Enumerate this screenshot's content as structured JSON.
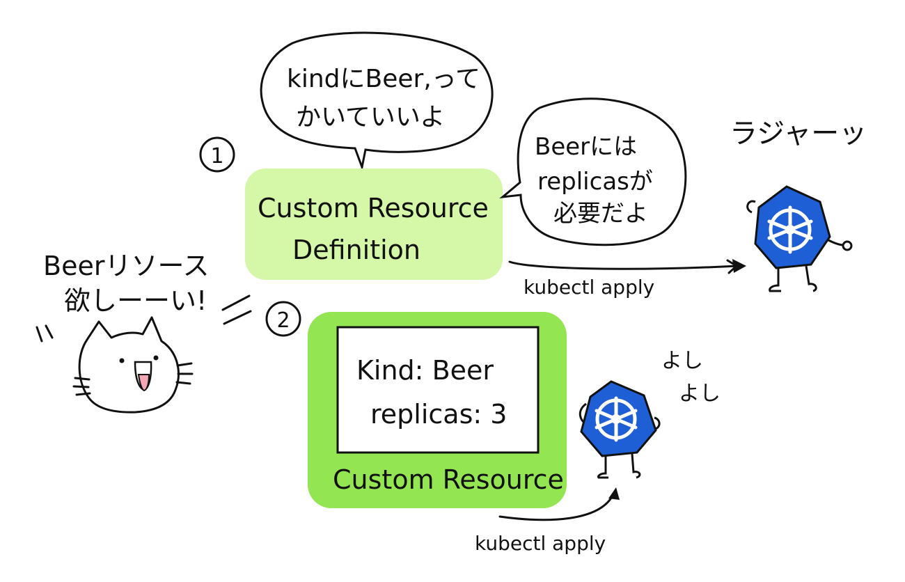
{
  "cat": {
    "speech_line1": "Beerリソース",
    "speech_line2": "欲しーーい!"
  },
  "step1": {
    "number": "1",
    "crd_line1": "Custom Resource",
    "crd_line2": "Definition",
    "bubble_top_line1": "kindにBeer,って",
    "bubble_top_line2": "かいていいよ",
    "bubble_right_line1": "Beerには",
    "bubble_right_line2": "replicasが",
    "bubble_right_line3": "必要だよ",
    "command": "kubectl apply",
    "k8s_reply": "ラジャーッ"
  },
  "step2": {
    "number": "2",
    "manifest_line1": "Kind: Beer",
    "manifest_line2": "replicas: 3",
    "cr_label": "Custom Resource",
    "command": "kubectl apply",
    "k8s_reply_line1": "よし",
    "k8s_reply_line2": "よし"
  },
  "colors": {
    "crd_fill": "#d4f7a8",
    "cr_fill": "#93e552",
    "k8s_blue": "#1f5fd6",
    "tongue": "#f4a6b4",
    "ink": "#111111"
  },
  "icons": [
    "cat-icon",
    "kubernetes-mascot-icon",
    "arrow-icon",
    "speech-bubble-icon"
  ]
}
